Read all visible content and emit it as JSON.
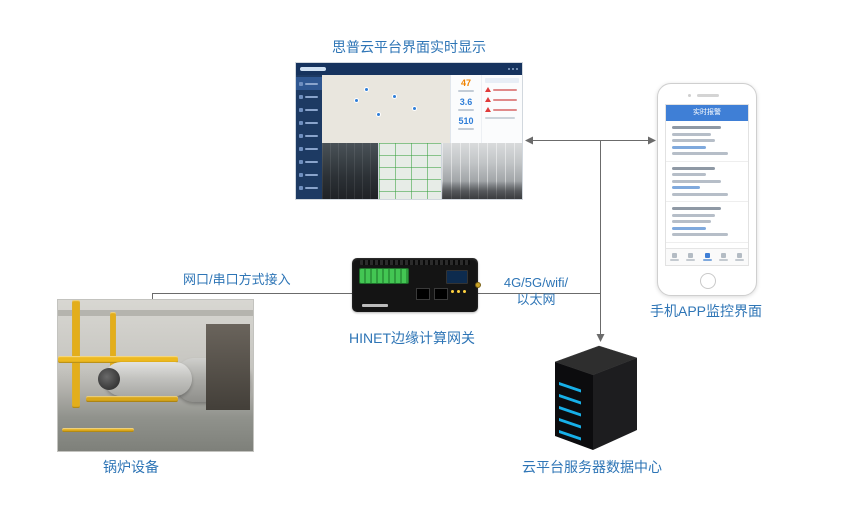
{
  "nodes": {
    "dashboard": {
      "label": "思普云平台界面实时显示"
    },
    "gateway": {
      "label": "HINET边缘计算网关"
    },
    "phone": {
      "label": "手机APP监控界面",
      "app_title": "实时报警"
    },
    "boiler": {
      "label": "锅炉设备"
    },
    "server": {
      "label": "云平台服务器数据中心"
    }
  },
  "connections": {
    "boiler_to_gateway": "网口/串口方式接入",
    "gateway_uplink_line1": "4G/5G/wifi/",
    "gateway_uplink_line2": "以太网"
  },
  "dashboard_screenshot": {
    "stats": [
      {
        "value": "47",
        "color": "#F08300"
      },
      {
        "value": "3.6",
        "color": "#2F7ED8"
      },
      {
        "value": "510",
        "color": "#2F7ED8"
      }
    ]
  },
  "colors": {
    "label_blue": "#2E75B6",
    "connector_gray": "#6B6B6B",
    "phone_header_blue": "#3F7FD6",
    "terminal_green": "#3CB54A",
    "server_led_cyan": "#17B0E8",
    "alarm_red": "#E03B3B"
  }
}
